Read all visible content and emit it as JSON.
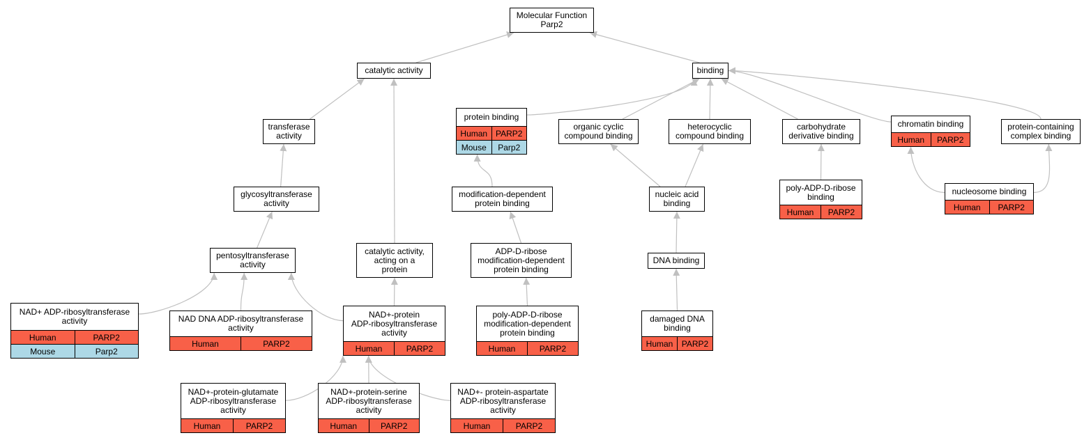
{
  "diagram": {
    "colors": {
      "human": "#f86048",
      "mouse": "#add8e6",
      "edge": "#c0c0c0",
      "border": "#000000"
    },
    "nodes": [
      {
        "id": "root",
        "label": "Molecular Function\nParp2",
        "rows": []
      },
      {
        "id": "catalytic",
        "label": "catalytic activity",
        "rows": []
      },
      {
        "id": "binding",
        "label": "binding",
        "rows": []
      },
      {
        "id": "transferase",
        "label": "transferase\nactivity",
        "rows": []
      },
      {
        "id": "protein_binding",
        "label": "protein binding",
        "rows": [
          [
            "Human",
            "PARP2"
          ],
          [
            "Mouse",
            "Parp2"
          ]
        ]
      },
      {
        "id": "organic_cyclic",
        "label": "organic cyclic\ncompound binding",
        "rows": []
      },
      {
        "id": "heterocyclic",
        "label": "heterocyclic\ncompound binding",
        "rows": []
      },
      {
        "id": "carbohydrate",
        "label": "carbohydrate\nderivative binding",
        "rows": []
      },
      {
        "id": "chromatin",
        "label": "chromatin binding",
        "rows": [
          [
            "Human",
            "PARP2"
          ]
        ]
      },
      {
        "id": "protein_complex",
        "label": "protein-containing\ncomplex binding",
        "rows": []
      },
      {
        "id": "glycosyl",
        "label": "glycosyltransferase\nactivity",
        "rows": []
      },
      {
        "id": "mod_dep",
        "label": "modification-dependent\nprotein binding",
        "rows": []
      },
      {
        "id": "nucleic_acid",
        "label": "nucleic acid\nbinding",
        "rows": []
      },
      {
        "id": "poly_adp_binding",
        "label": "poly-ADP-D-ribose\nbinding",
        "rows": [
          [
            "Human",
            "PARP2"
          ]
        ]
      },
      {
        "id": "nucleosome",
        "label": "nucleosome binding",
        "rows": [
          [
            "Human",
            "PARP2"
          ]
        ]
      },
      {
        "id": "pentosyl",
        "label": "pentosyltransferase\nactivity",
        "rows": []
      },
      {
        "id": "cat_protein",
        "label": "catalytic activity,\nacting on a\nprotein",
        "rows": []
      },
      {
        "id": "adp_mod_dep",
        "label": "ADP-D-ribose\nmodification-dependent\nprotein binding",
        "rows": []
      },
      {
        "id": "dna_binding",
        "label": "DNA binding",
        "rows": []
      },
      {
        "id": "nad_adp",
        "label": "NAD+ ADP-ribosyltransferase\nactivity",
        "rows": [
          [
            "Human",
            "PARP2"
          ],
          [
            "Mouse",
            "Parp2"
          ]
        ]
      },
      {
        "id": "nad_dna",
        "label": "NAD DNA ADP-ribosyltransferase\nactivity",
        "rows": [
          [
            "Human",
            "PARP2"
          ]
        ]
      },
      {
        "id": "nad_protein",
        "label": "NAD+-protein\nADP-ribosyltransferase\nactivity",
        "rows": [
          [
            "Human",
            "PARP2"
          ]
        ]
      },
      {
        "id": "poly_adp_mod",
        "label": "poly-ADP-D-ribose\nmodification-dependent\nprotein binding",
        "rows": [
          [
            "Human",
            "PARP2"
          ]
        ]
      },
      {
        "id": "damaged_dna",
        "label": "damaged DNA\nbinding",
        "rows": [
          [
            "Human",
            "PARP2"
          ]
        ]
      },
      {
        "id": "nad_glutamate",
        "label": "NAD+-protein-glutamate\nADP-ribosyltransferase\nactivity",
        "rows": [
          [
            "Human",
            "PARP2"
          ]
        ]
      },
      {
        "id": "nad_serine",
        "label": "NAD+-protein-serine\nADP-ribosyltransferase\nactivity",
        "rows": [
          [
            "Human",
            "PARP2"
          ]
        ]
      },
      {
        "id": "nad_aspartate",
        "label": "NAD+- protein-aspartate\nADP-ribosyltransferase\nactivity",
        "rows": [
          [
            "Human",
            "PARP2"
          ]
        ]
      }
    ],
    "edges": [
      {
        "from": "catalytic",
        "to": "root"
      },
      {
        "from": "binding",
        "to": "root"
      },
      {
        "from": "transferase",
        "to": "catalytic"
      },
      {
        "from": "cat_protein",
        "to": "catalytic"
      },
      {
        "from": "protein_binding",
        "to": "binding"
      },
      {
        "from": "organic_cyclic",
        "to": "binding"
      },
      {
        "from": "heterocyclic",
        "to": "binding"
      },
      {
        "from": "carbohydrate",
        "to": "binding"
      },
      {
        "from": "chromatin",
        "to": "binding"
      },
      {
        "from": "protein_complex",
        "to": "binding"
      },
      {
        "from": "glycosyl",
        "to": "transferase"
      },
      {
        "from": "pentosyl",
        "to": "glycosyl"
      },
      {
        "from": "nad_adp",
        "to": "pentosyl"
      },
      {
        "from": "nad_dna",
        "to": "pentosyl"
      },
      {
        "from": "nad_protein",
        "to": "pentosyl"
      },
      {
        "from": "nad_protein",
        "to": "cat_protein"
      },
      {
        "from": "mod_dep",
        "to": "protein_binding"
      },
      {
        "from": "adp_mod_dep",
        "to": "mod_dep"
      },
      {
        "from": "poly_adp_mod",
        "to": "adp_mod_dep"
      },
      {
        "from": "nucleic_acid",
        "to": "organic_cyclic"
      },
      {
        "from": "nucleic_acid",
        "to": "heterocyclic"
      },
      {
        "from": "dna_binding",
        "to": "nucleic_acid"
      },
      {
        "from": "damaged_dna",
        "to": "dna_binding"
      },
      {
        "from": "poly_adp_binding",
        "to": "carbohydrate"
      },
      {
        "from": "nucleosome",
        "to": "chromatin"
      },
      {
        "from": "nucleosome",
        "to": "protein_complex"
      },
      {
        "from": "nad_glutamate",
        "to": "nad_protein"
      },
      {
        "from": "nad_serine",
        "to": "nad_protein"
      },
      {
        "from": "nad_aspartate",
        "to": "nad_protein"
      }
    ]
  }
}
